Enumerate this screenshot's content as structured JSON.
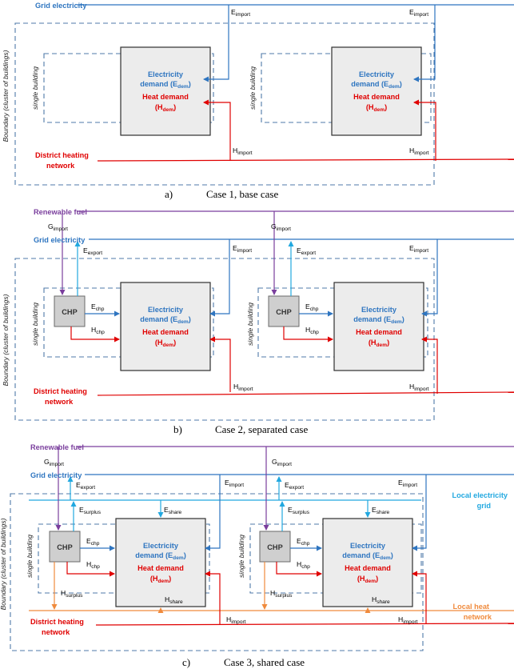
{
  "colors": {
    "grid_electricity": "#2e75c0",
    "local_electricity": "#21a8e0",
    "heat": "#e00000",
    "local_heat": "#f08a3c",
    "fuel": "#7a3e9d",
    "boundary": "#4f79a8",
    "box_fill": "#ececec",
    "box_stroke": "#303030"
  },
  "labels": {
    "grid_electricity": "Grid electricity",
    "renewable_fuel": "Renewable fuel",
    "district_heating_1": "District heating",
    "district_heating_2": "network",
    "local_electricity_1": "Local electricity",
    "local_electricity_2": "grid",
    "local_heat_1": "Local heat",
    "local_heat_2": "network",
    "boundary": "Boundary (cluster of buildings)",
    "single_building": "single building",
    "chp": "CHP",
    "electricity_demand": "Electricity",
    "electricity_demand_2_main": "demand (E",
    "electricity_demand_2_sub": "dem",
    "heat_demand": "Heat demand",
    "heat_demand_2_main": "(H",
    "heat_demand_2_sub": "dem",
    "close_paren": ")"
  },
  "flows": {
    "e_import": {
      "main": "E",
      "sub": "import"
    },
    "h_import": {
      "main": "H",
      "sub": "import"
    },
    "g_import": {
      "main": "G",
      "sub": "import"
    },
    "e_export": {
      "main": "E",
      "sub": "export"
    },
    "e_chp": {
      "main": "E",
      "sub": "chp"
    },
    "h_chp": {
      "main": "H",
      "sub": "chp"
    },
    "e_surplus": {
      "main": "E",
      "sub": "surplus"
    },
    "e_share": {
      "main": "E",
      "sub": "share"
    },
    "h_surplus": {
      "main": "H",
      "sub": "surplus"
    },
    "h_share": {
      "main": "H",
      "sub": "share"
    }
  },
  "panels": [
    {
      "letter": "a)",
      "title": "Case 1, base case"
    },
    {
      "letter": "b)",
      "title": "Case 2, separated case"
    },
    {
      "letter": "c)",
      "title": "Case 3, shared case"
    }
  ]
}
